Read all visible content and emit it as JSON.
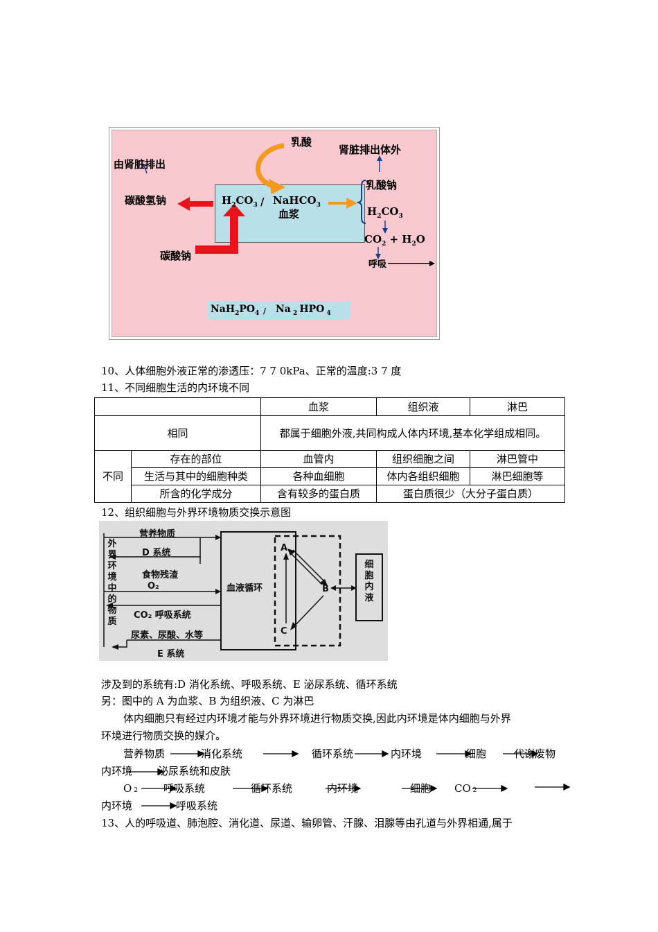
{
  "figure1": {
    "kidney_excrete": "由肾脏排出",
    "sodium_bicarbonate": "碳酸氢钠",
    "sodium_carbonate": "碳酸钠",
    "lactic_acid": "乳酸",
    "kidney_excrete_out": "肾脏排出体外",
    "sodium_lactate": "乳酸钠",
    "plasma_h2co3": "H",
    "plasma_sep": "/",
    "plasma_nahco3": "NaHCO",
    "plasma_label": "血浆",
    "h2co3": "H",
    "co2_h2o": "CO",
    "breathing": "呼吸",
    "buffer_nah2po4": "NaH",
    "buffer_na2hpo4": "Na",
    "buffer_hpo4": "HPO"
  },
  "lines": {
    "l10": "10、人体细胞外液正常的渗透压：7 7 0kPa、正常的温度:3 7 度",
    "l11": "11、不同细胞生活的内环境不同",
    "l12": "12、组织细胞与外界环境物质交换示意图",
    "systems": "涉及到的系统有:D 消化系统、呼吸系统、E 泌尿系统、循环系统",
    "another": "另：图中的 A 为血浆、B 为组织液、C 为淋巴",
    "para1a": "体内细胞只有经过内环境才能与外界环境进行物质交换,因此内环境是体内细胞与外界",
    "para1b": "环境进行物质交换的媒介。",
    "l13": "13、人的呼吸道、肺泡腔、消化道、尿道、输卵管、汗腺、泪腺等由孔道与外界相通,属于"
  },
  "table": {
    "headers": [
      "血浆",
      "组织液",
      "淋巴"
    ],
    "same_label": "相同",
    "same_value": "都属于细胞外液,共同构成人体内环境,基本化学组成相同。",
    "diff_label": "不同",
    "rows": [
      {
        "label": "存在的部位",
        "plasma": "血管内",
        "tissue": "组织细胞之间",
        "lymph": "淋巴管中"
      },
      {
        "label": "生活与其中的细胞种类",
        "plasma": "各种血细胞",
        "tissue": "体内各组织细胞",
        "lymph": "淋巴细胞等"
      },
      {
        "label": "所含的化学成分",
        "plasma": "含有较多的蛋白质",
        "tissue_lymph": "蛋白质很少（大分子蛋白质）"
      }
    ]
  },
  "figure2": {
    "outside_label": "外界环境中的物质",
    "nutrients": "营养物质",
    "d_system": "D 系统",
    "food_residue": "食物残渣",
    "o2": "O₂",
    "co2_resp": "CO₂ 呼吸系统",
    "urea": "尿素、尿酸、水等",
    "e_system": "E 系统",
    "blood_circ": "血液循环",
    "a": "A",
    "b": "B",
    "c": "C",
    "intracellular": "细胞内液"
  },
  "chains": {
    "c1": [
      "营养物质",
      "消化系统",
      "循环系统",
      "内环境",
      "细胞",
      "代谢废物"
    ],
    "c2": [
      "内环境",
      "泌尿系统和皮肤"
    ],
    "c3": [
      "O",
      "呼吸系统",
      "循环系统",
      "内环境",
      "细胞",
      "CO"
    ],
    "c3_sub": "2",
    "c4": [
      "内环境",
      "呼吸系统"
    ]
  }
}
